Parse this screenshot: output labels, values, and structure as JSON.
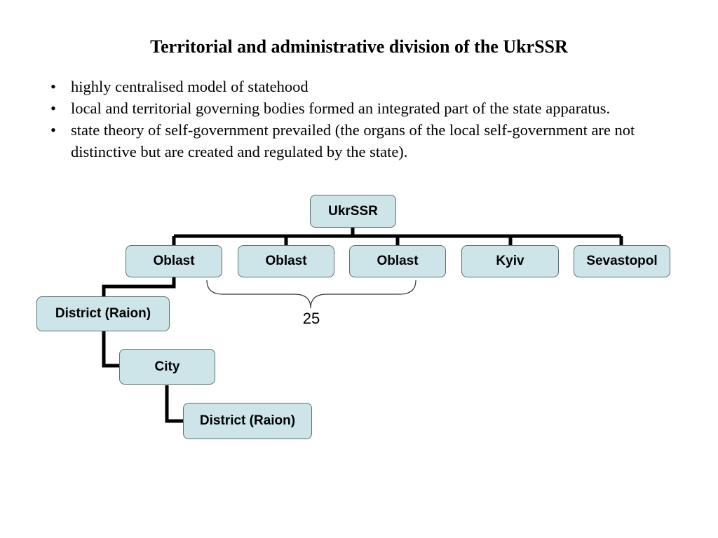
{
  "title": "Territorial and administrative division of the UkrSSR",
  "bullets": [
    "highly centralised model of statehood",
    "local and territorial governing bodies formed an integrated part of the state apparatus.",
    "state theory of self-government prevailed (the organs of the local self-government are not distinctive but are created and regulated by the state)."
  ],
  "bullet_symbol": "•",
  "hierarchy": {
    "root": "UkrSSR",
    "level1": [
      "Oblast",
      "Oblast",
      "Oblast",
      "Kyiv",
      "Sevastopol"
    ],
    "level2": "District (Raion)",
    "level3": "City",
    "level4": "District (Raion)",
    "brace_label": "25"
  },
  "colors": {
    "box_fill": "#cde5e8",
    "box_border": "#5c6e70",
    "connector": "#000000"
  }
}
